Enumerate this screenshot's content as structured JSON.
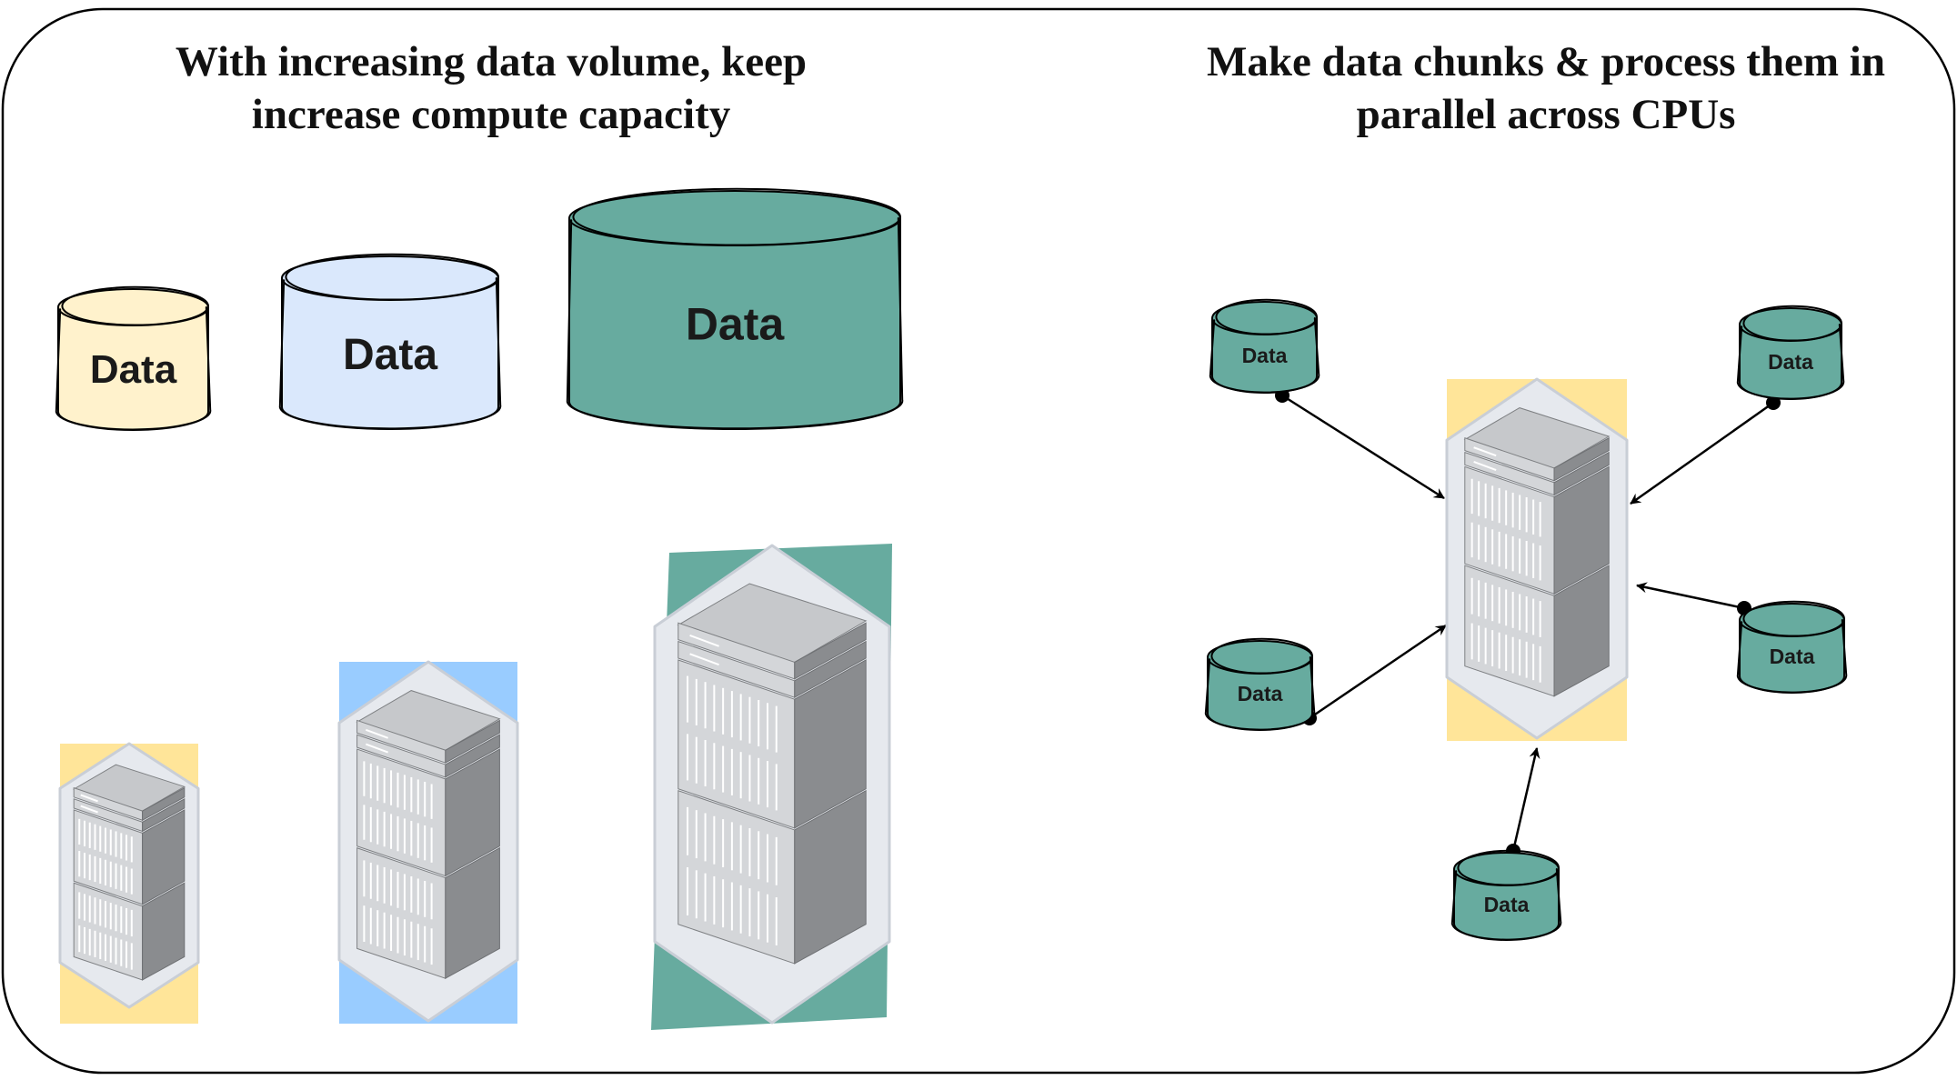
{
  "panels": {
    "left": {
      "title": "With increasing data volume, keep increase compute capacity",
      "cylinders": [
        {
          "label": "Data",
          "color": "#FFF2CC"
        },
        {
          "label": "Data",
          "color": "#DAE8FC"
        },
        {
          "label": "Data",
          "color": "#67AB9F"
        }
      ],
      "servers": [
        {
          "icon": "server-rack-icon",
          "backdrop_color": "#FFE599"
        },
        {
          "icon": "server-rack-icon",
          "backdrop_color": "#99CCFF"
        },
        {
          "icon": "server-rack-icon",
          "backdrop_color": "#67AB9F"
        }
      ]
    },
    "right": {
      "title": "Make data chunks & process them in parallel across CPUs",
      "chunks": [
        {
          "label": "Data",
          "color": "#67AB9F"
        },
        {
          "label": "Data",
          "color": "#67AB9F"
        },
        {
          "label": "Data",
          "color": "#67AB9F"
        },
        {
          "label": "Data",
          "color": "#67AB9F"
        },
        {
          "label": "Data",
          "color": "#67AB9F"
        }
      ],
      "server": {
        "icon": "server-rack-icon",
        "backdrop_color": "#FFE599"
      }
    }
  },
  "colors": {
    "frame": "#000000",
    "rack_light": "#D4D6D9",
    "rack_mid": "#A8AAAD",
    "rack_dark": "#8A8C8F",
    "rack_halo": "#E6E9EE"
  }
}
